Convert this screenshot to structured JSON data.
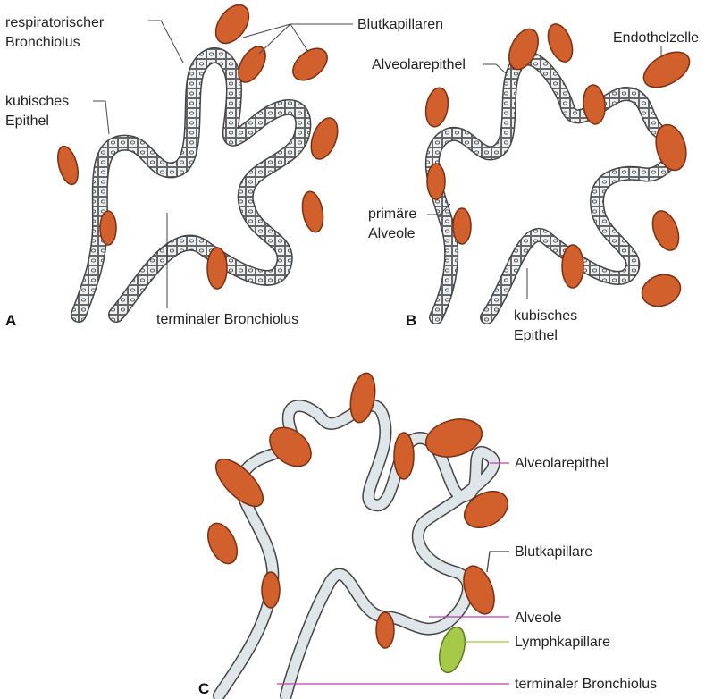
{
  "colors": {
    "capillary": "#d2602c",
    "capillary_edge": "#7a2e12",
    "epithelium_fill": "#e8ecef",
    "epithelium_edge": "#555555",
    "lymph": "#a6c94a",
    "leader_magenta": "#c23fb2",
    "leader_green": "#9acd32",
    "leader_dark": "#444444"
  },
  "panels": {
    "A": {
      "letter": "A",
      "labels": {
        "respiratory_bronchiole_line1": "respiratorischer",
        "respiratory_bronchiole_line2": "Bronchiolus",
        "blood_capillaries": "Blutkapillaren",
        "cuboidal_epithelium_line1": "kubisches",
        "cuboidal_epithelium_line2": "Epithel",
        "terminal_bronchiole": "terminaler Bronchiolus"
      }
    },
    "B": {
      "letter": "B",
      "labels": {
        "alveolar_epithelium": "Alveolarepithel",
        "endothelial_cell": "Endothelzelle",
        "primary_alveolus_line1": "primäre",
        "primary_alveolus_line2": "Alveole",
        "cuboidal_epithelium_line1": "kubisches",
        "cuboidal_epithelium_line2": "Epithel"
      }
    },
    "C": {
      "letter": "C",
      "labels": {
        "alveolar_epithelium": "Alveolarepithel",
        "blood_capillary": "Blutkapillare",
        "alveolus": "Alveole",
        "lymph_capillary": "Lymphkapillare",
        "terminal_bronchiole": "terminaler Bronchiolus"
      }
    }
  }
}
